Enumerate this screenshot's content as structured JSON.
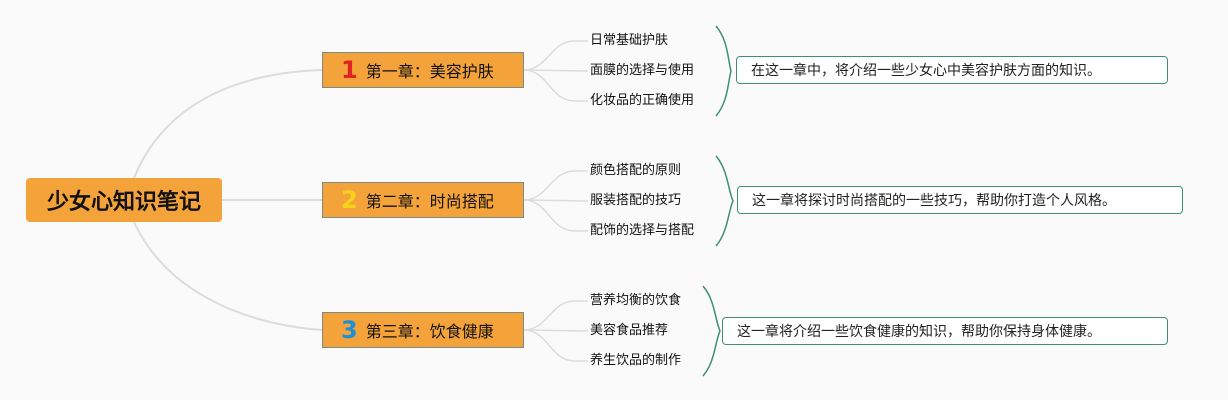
{
  "root": {
    "title": "少女心知识笔记"
  },
  "colors": {
    "node_fill": "#f4a23a",
    "brace": "#3f8f73",
    "connector": "#dcdcdc"
  },
  "chapters": [
    {
      "number": "1",
      "number_color": "#e02424",
      "title": "第一章：美容护肤",
      "topics": [
        "日常基础护肤",
        "面膜的选择与使用",
        "化妆品的正确使用"
      ],
      "summary": "在这一章中，将介绍一些少女心中美容护肤方面的知识。"
    },
    {
      "number": "2",
      "number_color": "#f7d21c",
      "title": "第二章：时尚搭配",
      "topics": [
        "颜色搭配的原则",
        "服装搭配的技巧",
        "配饰的选择与搭配"
      ],
      "summary": "这一章将探讨时尚搭配的一些技巧，帮助你打造个人风格。"
    },
    {
      "number": "3",
      "number_color": "#1f8fd6",
      "title": "第三章：饮食健康",
      "topics": [
        "营养均衡的饮食",
        "美容食品推荐",
        "养生饮品的制作"
      ],
      "summary": "这一章将介绍一些饮食健康的知识，帮助你保持身体健康。"
    }
  ]
}
